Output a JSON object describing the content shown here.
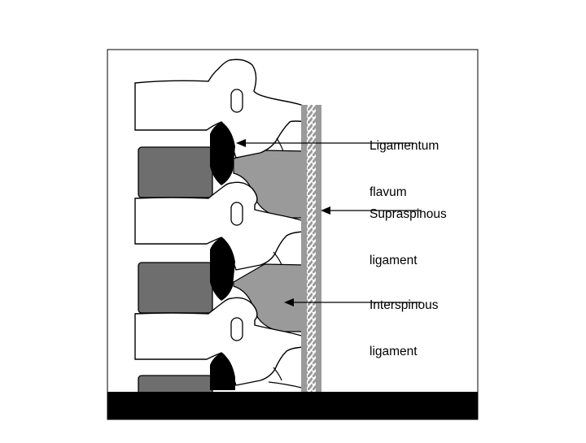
{
  "labels": {
    "ligamentum_flavum": [
      "Ligamentum",
      "flavum"
    ],
    "supraspinous": [
      "Supraspinous",
      "ligament"
    ],
    "interspinous": [
      "Interspinous",
      "ligament"
    ]
  },
  "colors": {
    "bone": "#ffffff",
    "outline": "#000000",
    "disc": "#6e6e6e",
    "ligament_gray": "#9a9a9a",
    "flavum_black": "#000000",
    "floor": "#000000"
  }
}
